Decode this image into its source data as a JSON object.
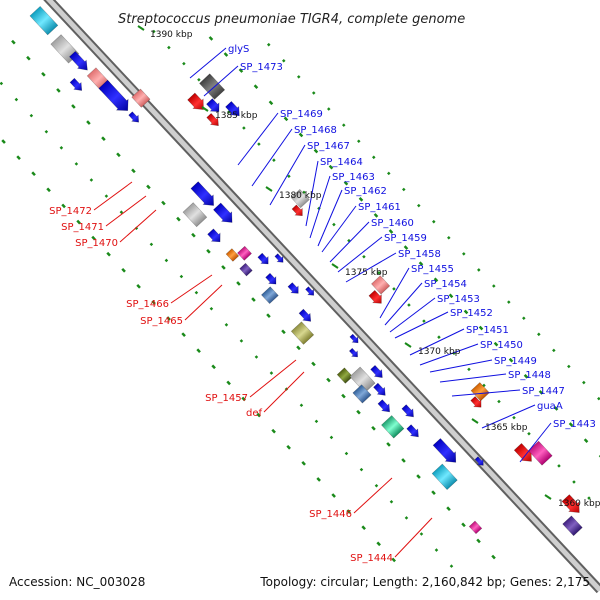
{
  "title": "Streptococcus pneumoniae TIGR4, complete genome",
  "footer": {
    "accession": "Accession: NC_003028",
    "topology": "Topology: circular; Length: 2,160,842 bp; Genes: 2,175"
  },
  "ticks": [
    "1390 kbp",
    "1385 kbp",
    "1380 kbp",
    "1375 kbp",
    "1370 kbp",
    "1365 kbp",
    "1360 kbp"
  ],
  "genes_forward": [
    "glyS",
    "SP_1473",
    "SP_1469",
    "SP_1468",
    "SP_1467",
    "SP_1464",
    "SP_1463",
    "SP_1462",
    "SP_1461",
    "SP_1460",
    "SP_1459",
    "SP_1458",
    "SP_1455",
    "SP_1454",
    "SP_1453",
    "SP_1452",
    "SP_1451",
    "SP_1450",
    "SP_1449",
    "SP_1448",
    "SP_1447",
    "guaA",
    "SP_1443"
  ],
  "genes_reverse": [
    "SP_1472",
    "SP_1471",
    "SP_1470",
    "SP_1466",
    "SP_1465",
    "SP_1457",
    "def",
    "SP_1446",
    "SP_1444"
  ],
  "colors": {
    "backbone": "#808080",
    "forward_gene": "#1010e0",
    "reverse_gene": "#e01010",
    "forward_label": "#1010e0",
    "reverse_label": "#e01010",
    "gc_dots": "#1a8a1a"
  }
}
